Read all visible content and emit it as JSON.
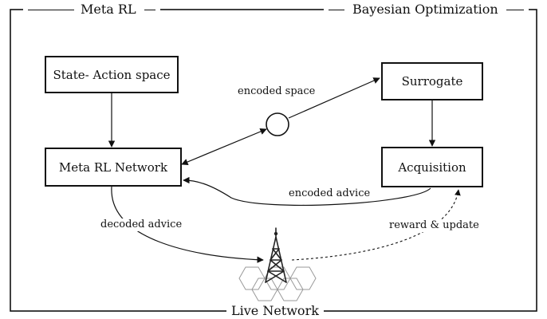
{
  "sections": {
    "left": "Meta RL",
    "right": "Bayesian Optimization",
    "bottom": "Live Network"
  },
  "nodes": {
    "state_action": "State- Action space",
    "meta_rl_network": "Meta RL Network",
    "surrogate": "Surrogate",
    "acquisition": "Acquisition"
  },
  "edges": {
    "encoded_space": "encoded space",
    "encoded_advice": "encoded advice",
    "decoded_advice": "decoded advice",
    "reward_update": "reward & update"
  },
  "colors": {
    "stroke": "#111111",
    "tower": "#222222",
    "hex_cells": "#9a9a9a",
    "background": "#ffffff"
  },
  "icons": {
    "encoder": "circle-node-icon",
    "live_network": "cell-tower-icon"
  }
}
